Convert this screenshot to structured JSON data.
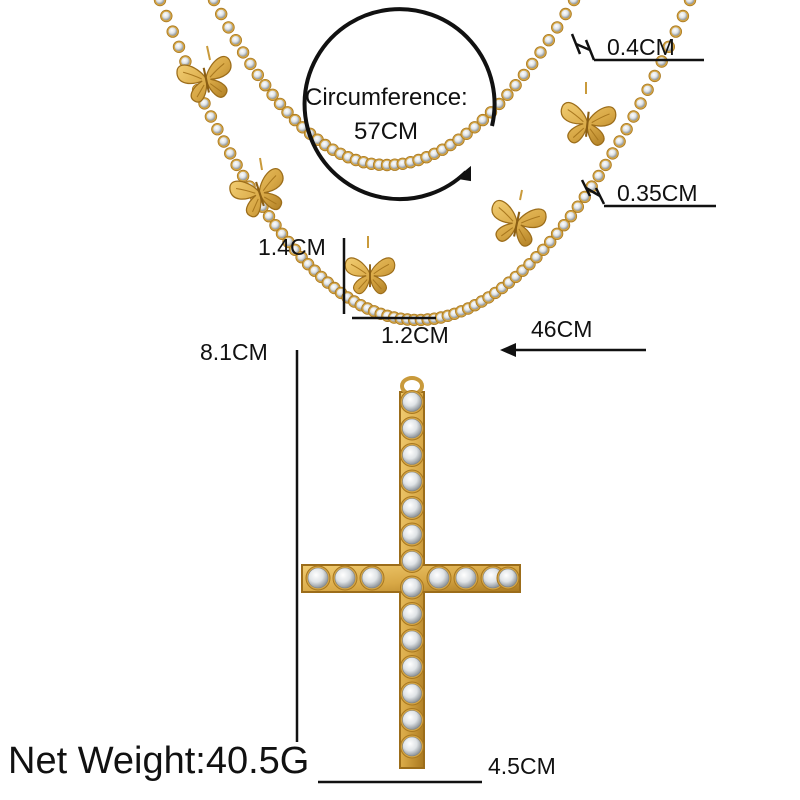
{
  "circumference": {
    "label": "Circumference:",
    "value": "57CM"
  },
  "dimensions": {
    "chain_width_upper": "0.4CM",
    "chain_width_lower": "0.35CM",
    "butterfly_height": "1.4CM",
    "butterfly_width": "1.2CM",
    "lower_chain_length": "46CM",
    "cross_height": "8.1CM",
    "cross_width": "4.5CM"
  },
  "net_weight": "Net Weight:40.5G",
  "colors": {
    "gold": "#d4a545",
    "gold_dark": "#a9781f",
    "crystal": "#eceef0",
    "ink": "#111111"
  }
}
